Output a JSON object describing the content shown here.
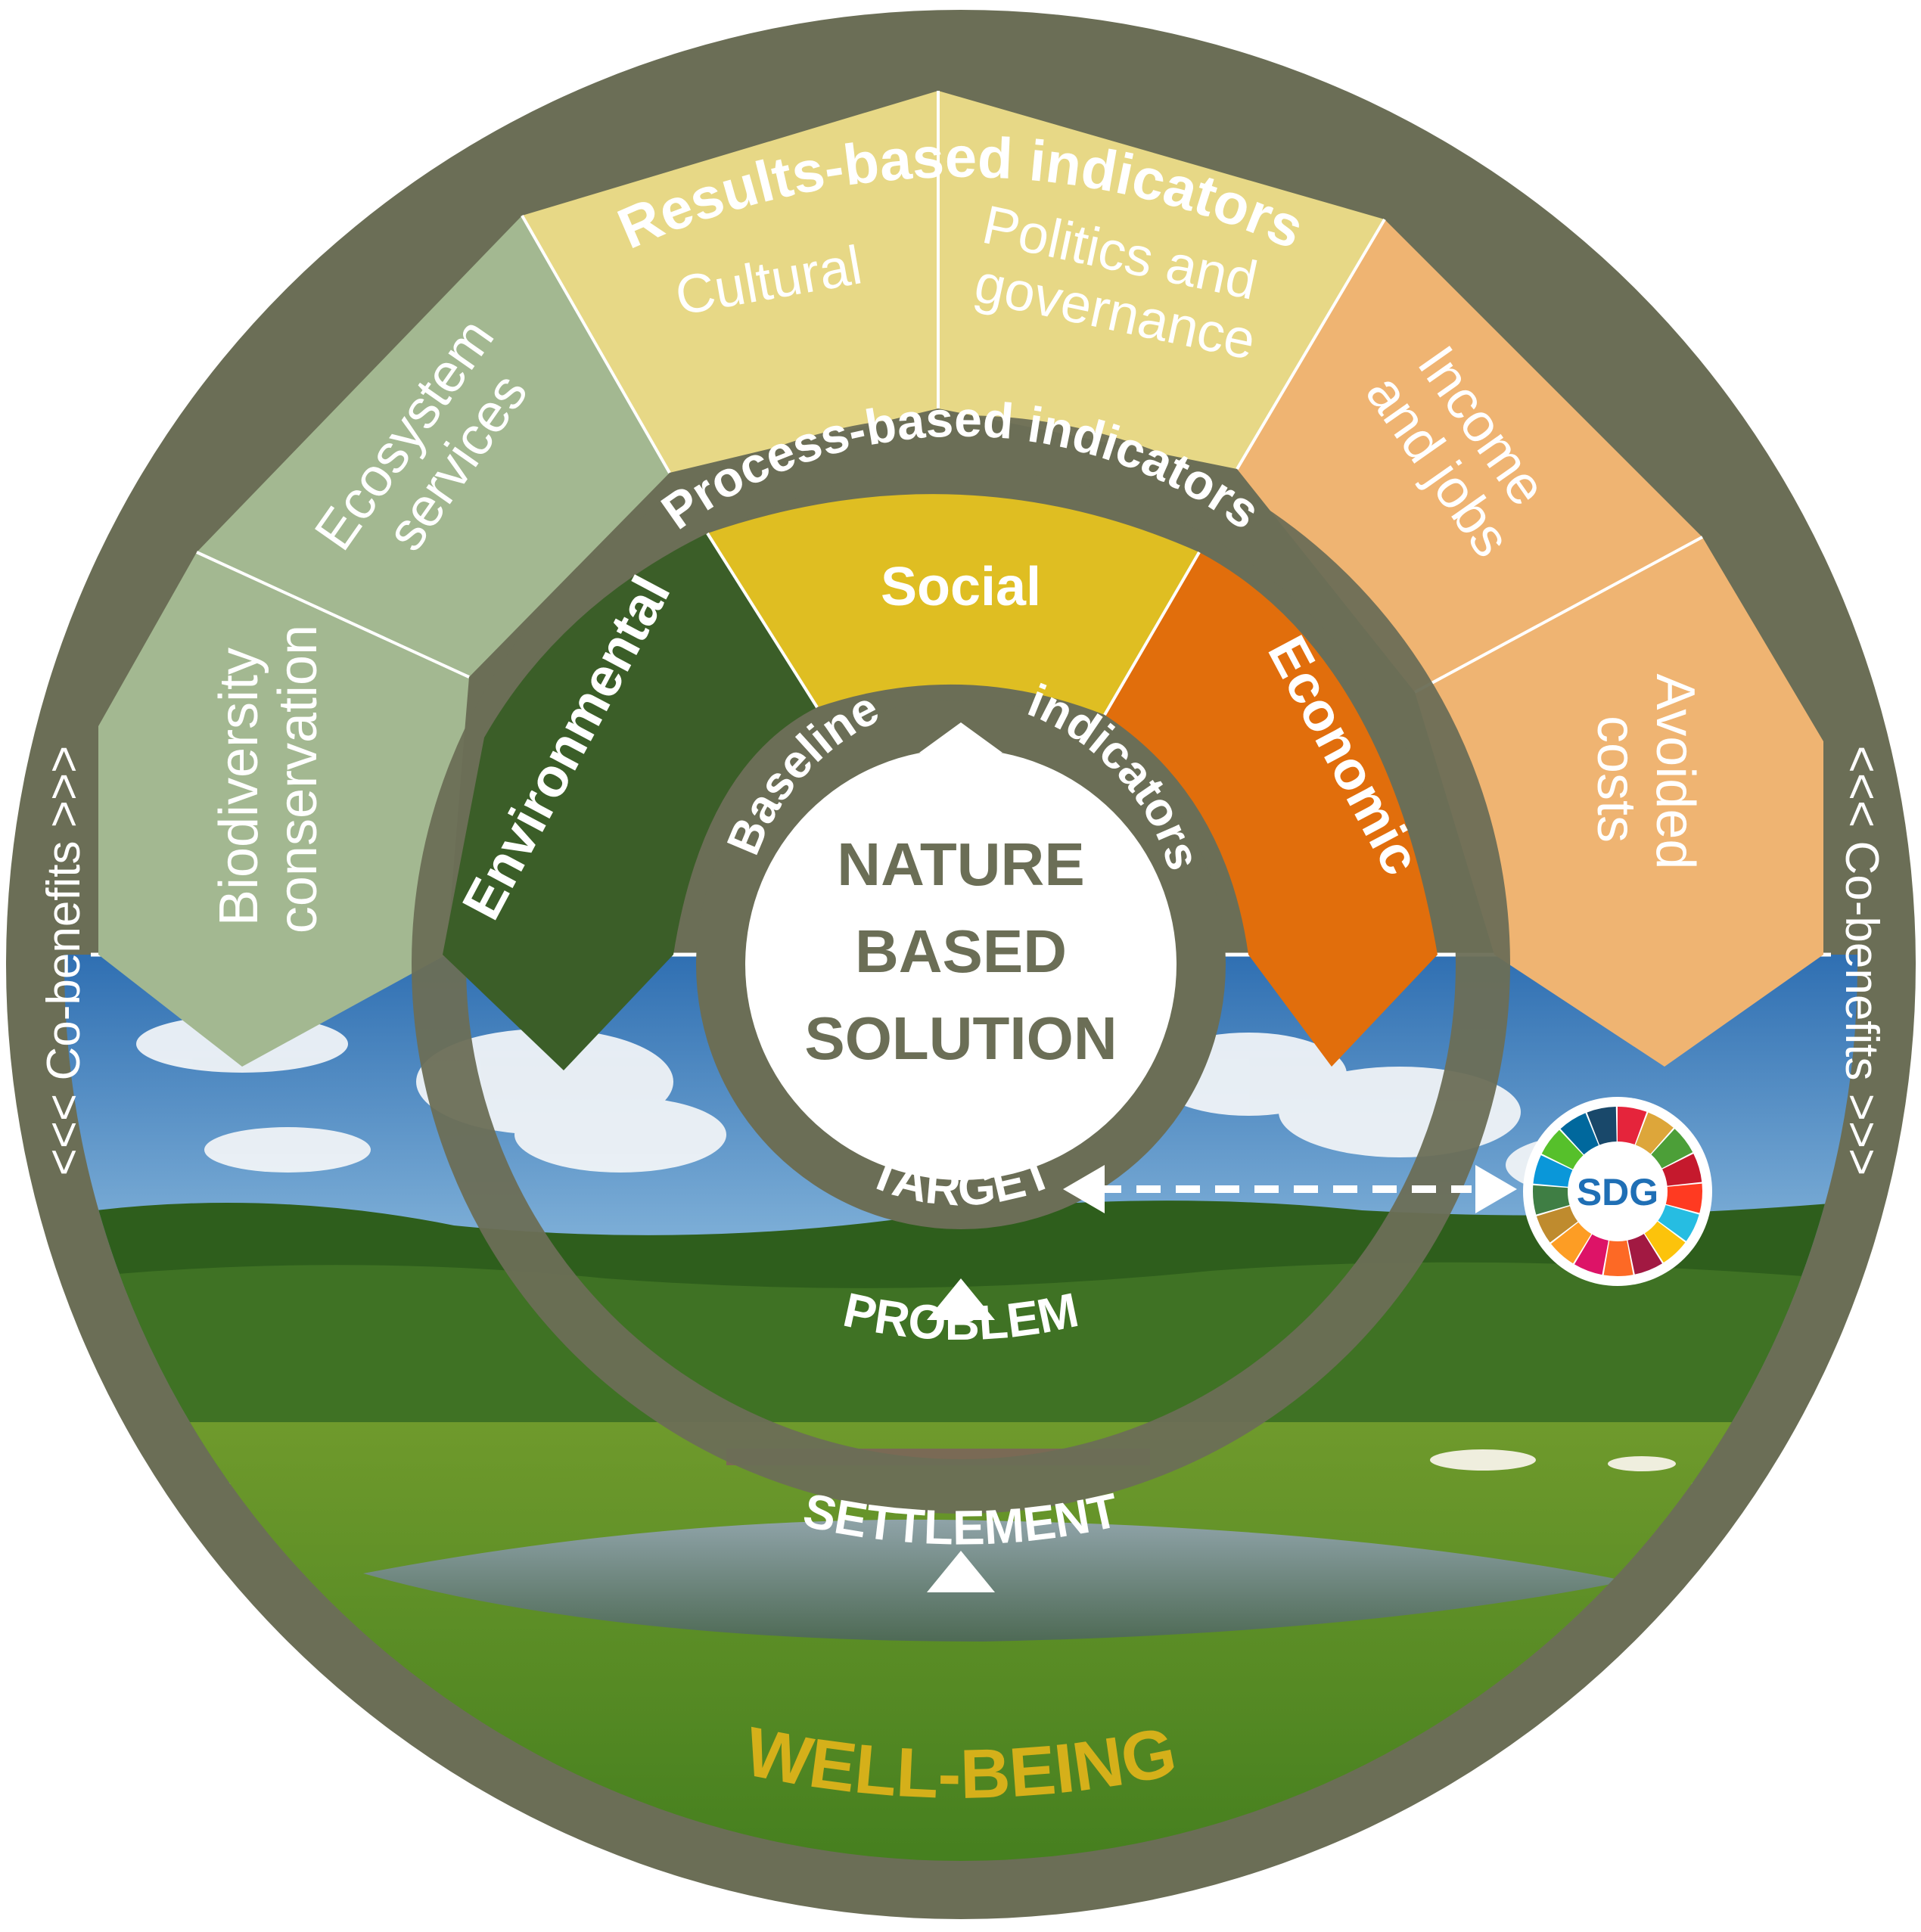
{
  "outer_ring": {
    "top_label": "Results-based indicators",
    "left_label": "<<< Co-benefits >>>",
    "right_label": "<<< Co-benefits >>>",
    "bottom_label": "WELL-BEING"
  },
  "results_segments": [
    {
      "label": "Biodiversity\nconservation",
      "color": "#a3b891"
    },
    {
      "label": "Ecosystem\nservices",
      "color": "#a3b891"
    },
    {
      "label": "Cultural",
      "color": "#e7d886"
    },
    {
      "label": "Politics and\ngovernance",
      "color": "#e7d886"
    },
    {
      "label": "Income\nand jobs",
      "color": "#efb472"
    },
    {
      "label": "Avoided\ncosts",
      "color": "#efb472"
    }
  ],
  "process_ring": {
    "label": "Process-based indicators"
  },
  "process_segments": [
    {
      "label": "Environmental",
      "color": "#3b5e28"
    },
    {
      "label": "Social",
      "color": "#dfbe22"
    },
    {
      "label": "Economic",
      "color": "#e16e0c"
    }
  ],
  "baseline_ring": {
    "left_label": "Baseline",
    "right_label": "indicators"
  },
  "center": {
    "line1": "NATURE",
    "line2": "BASED",
    "line3": "SOLUTION"
  },
  "flow": {
    "target": "TARGET",
    "problem": "PROBLEM",
    "settlement": "SETTLEMENT"
  },
  "sdg_badge": {
    "label": "SDG",
    "colors": [
      "#e5243b",
      "#dda63a",
      "#4c9f38",
      "#c5192d",
      "#ff3a21",
      "#26bde2",
      "#fcc30b",
      "#a21942",
      "#fd6925",
      "#dd1367",
      "#fd9d24",
      "#bf8b2e",
      "#3f7e44",
      "#0a97d9",
      "#56c02b",
      "#00689d",
      "#19486a"
    ]
  },
  "colors": {
    "ring": "#6b6e56",
    "white": "#ffffff",
    "wellbeing": "#d5b01a",
    "center_text": "#6b6e56"
  }
}
